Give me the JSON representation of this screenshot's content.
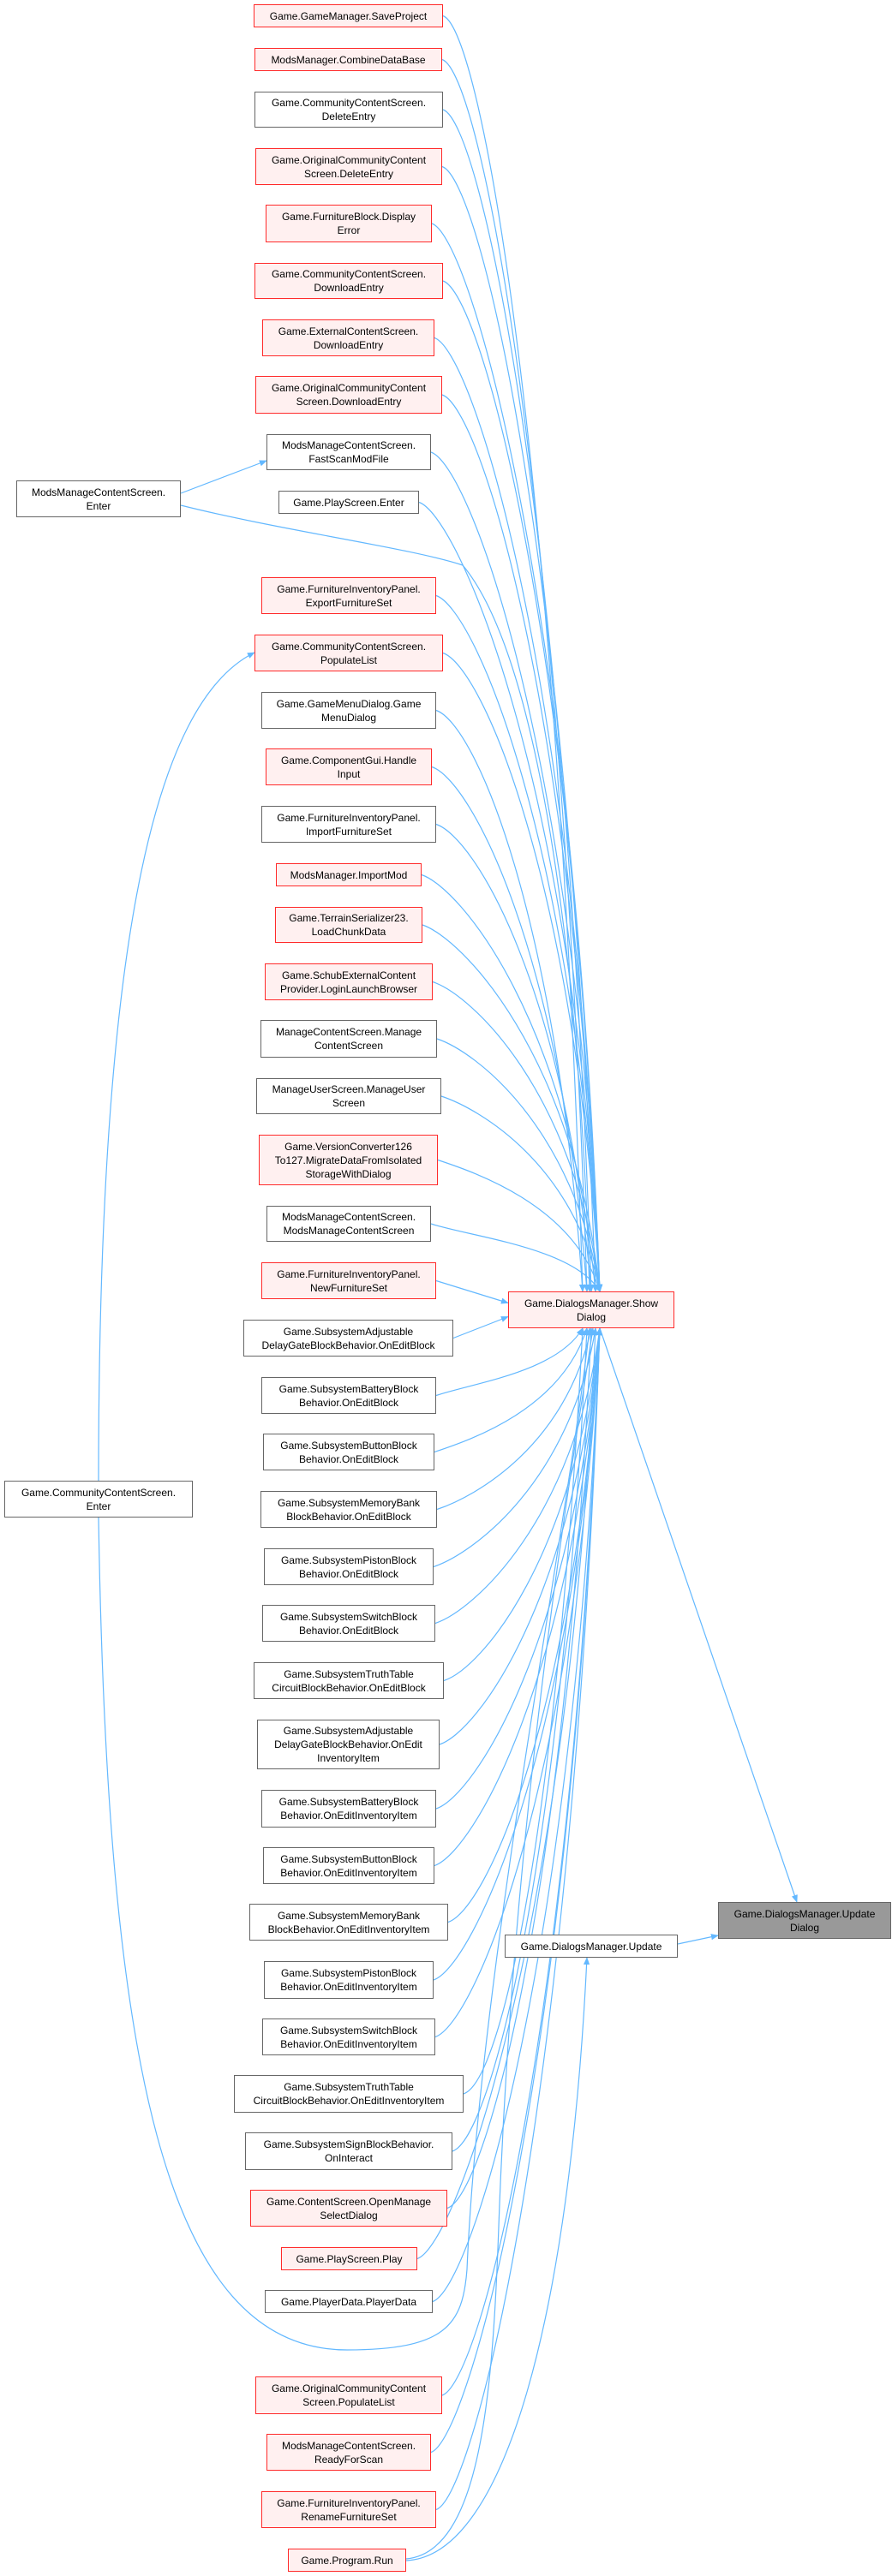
{
  "graph": {
    "focus": {
      "id": "update_dialog",
      "lines": [
        "Game.DialogsManager.Update",
        "Dialog"
      ],
      "style": "focus"
    },
    "show_dialog": {
      "id": "show_dialog",
      "lines": [
        "Game.DialogsManager.Show",
        "Dialog"
      ],
      "style": "red"
    },
    "dm_update": {
      "id": "dm_update",
      "lines": [
        "Game.DialogsManager.Update"
      ],
      "style": "gray"
    },
    "mmcs_enter": {
      "id": "mmcs_enter",
      "lines": [
        "ModsManageContentScreen.",
        "Enter"
      ],
      "style": "gray"
    },
    "ccs_enter": {
      "id": "ccs_enter",
      "lines": [
        "Game.CommunityContentScreen.",
        "Enter"
      ],
      "style": "gray"
    },
    "callers": [
      {
        "lines": [
          "Game.GameManager.SaveProject"
        ],
        "style": "red"
      },
      {
        "lines": [
          "ModsManager.CombineDataBase"
        ],
        "style": "red"
      },
      {
        "lines": [
          "Game.CommunityContentScreen.",
          "DeleteEntry"
        ],
        "style": "gray"
      },
      {
        "lines": [
          "Game.OriginalCommunityContent",
          "Screen.DeleteEntry"
        ],
        "style": "red"
      },
      {
        "lines": [
          "Game.FurnitureBlock.Display",
          "Error"
        ],
        "style": "red"
      },
      {
        "lines": [
          "Game.CommunityContentScreen.",
          "DownloadEntry"
        ],
        "style": "red"
      },
      {
        "lines": [
          "Game.ExternalContentScreen.",
          "DownloadEntry"
        ],
        "style": "red"
      },
      {
        "lines": [
          "Game.OriginalCommunityContent",
          "Screen.DownloadEntry"
        ],
        "style": "red"
      },
      {
        "lines": [
          "ModsManageContentScreen.",
          "FastScanModFile"
        ],
        "style": "gray"
      },
      {
        "lines": [
          "Game.PlayScreen.Enter"
        ],
        "style": "gray"
      },
      {
        "lines": [
          "Game.FurnitureInventoryPanel.",
          "ExportFurnitureSet"
        ],
        "style": "red"
      },
      {
        "lines": [
          "Game.CommunityContentScreen.",
          "PopulateList"
        ],
        "style": "red"
      },
      {
        "lines": [
          "Game.GameMenuDialog.Game",
          "MenuDialog"
        ],
        "style": "gray"
      },
      {
        "lines": [
          "Game.ComponentGui.Handle",
          "Input"
        ],
        "style": "red"
      },
      {
        "lines": [
          "Game.FurnitureInventoryPanel.",
          "ImportFurnitureSet"
        ],
        "style": "gray"
      },
      {
        "lines": [
          "ModsManager.ImportMod"
        ],
        "style": "red"
      },
      {
        "lines": [
          "Game.TerrainSerializer23.",
          "LoadChunkData"
        ],
        "style": "red"
      },
      {
        "lines": [
          "Game.SchubExternalContent",
          "Provider.LoginLaunchBrowser"
        ],
        "style": "red"
      },
      {
        "lines": [
          "ManageContentScreen.Manage",
          "ContentScreen"
        ],
        "style": "gray"
      },
      {
        "lines": [
          "ManageUserScreen.ManageUser",
          "Screen"
        ],
        "style": "gray"
      },
      {
        "lines": [
          "Game.VersionConverter126",
          "To127.MigrateDataFromIsolated",
          "StorageWithDialog"
        ],
        "style": "red"
      },
      {
        "lines": [
          "ModsManageContentScreen.",
          "ModsManageContentScreen"
        ],
        "style": "gray"
      },
      {
        "lines": [
          "Game.FurnitureInventoryPanel.",
          "NewFurnitureSet"
        ],
        "style": "red"
      },
      {
        "lines": [
          "Game.SubsystemAdjustable",
          "DelayGateBlockBehavior.OnEditBlock"
        ],
        "style": "gray"
      },
      {
        "lines": [
          "Game.SubsystemBatteryBlock",
          "Behavior.OnEditBlock"
        ],
        "style": "gray"
      },
      {
        "lines": [
          "Game.SubsystemButtonBlock",
          "Behavior.OnEditBlock"
        ],
        "style": "gray"
      },
      {
        "lines": [
          "Game.SubsystemMemoryBank",
          "BlockBehavior.OnEditBlock"
        ],
        "style": "gray"
      },
      {
        "lines": [
          "Game.SubsystemPistonBlock",
          "Behavior.OnEditBlock"
        ],
        "style": "gray"
      },
      {
        "lines": [
          "Game.SubsystemSwitchBlock",
          "Behavior.OnEditBlock"
        ],
        "style": "gray"
      },
      {
        "lines": [
          "Game.SubsystemTruthTable",
          "CircuitBlockBehavior.OnEditBlock"
        ],
        "style": "gray"
      },
      {
        "lines": [
          "Game.SubsystemAdjustable",
          "DelayGateBlockBehavior.OnEdit",
          "InventoryItem"
        ],
        "style": "gray"
      },
      {
        "lines": [
          "Game.SubsystemBatteryBlock",
          "Behavior.OnEditInventoryItem"
        ],
        "style": "gray"
      },
      {
        "lines": [
          "Game.SubsystemButtonBlock",
          "Behavior.OnEditInventoryItem"
        ],
        "style": "gray"
      },
      {
        "lines": [
          "Game.SubsystemMemoryBank",
          "BlockBehavior.OnEditInventoryItem"
        ],
        "style": "gray"
      },
      {
        "lines": [
          "Game.SubsystemPistonBlock",
          "Behavior.OnEditInventoryItem"
        ],
        "style": "gray"
      },
      {
        "lines": [
          "Game.SubsystemSwitchBlock",
          "Behavior.OnEditInventoryItem"
        ],
        "style": "gray"
      },
      {
        "lines": [
          "Game.SubsystemTruthTable",
          "CircuitBlockBehavior.OnEditInventoryItem"
        ],
        "style": "gray"
      },
      {
        "lines": [
          "Game.SubsystemSignBlockBehavior.",
          "OnInteract"
        ],
        "style": "gray"
      },
      {
        "lines": [
          "Game.ContentScreen.OpenManage",
          "SelectDialog"
        ],
        "style": "red"
      },
      {
        "lines": [
          "Game.PlayScreen.Play"
        ],
        "style": "red"
      },
      {
        "lines": [
          "Game.PlayerData.PlayerData"
        ],
        "style": "gray"
      },
      {
        "lines": [
          "Game.OriginalCommunityContent",
          "Screen.PopulateList"
        ],
        "style": "red"
      },
      {
        "lines": [
          "ModsManageContentScreen.",
          "ReadyForScan"
        ],
        "style": "red"
      },
      {
        "lines": [
          "Game.FurnitureInventoryPanel.",
          "RenameFurnitureSet"
        ],
        "style": "red"
      },
      {
        "lines": [
          "Game.Program.Run"
        ],
        "style": "red"
      }
    ]
  },
  "colors": {
    "edge": "#63b8ff",
    "red_border": "#ff2a2a",
    "red_fill": "#fff0f0",
    "gray_border": "#666666",
    "focus_fill": "#999999"
  }
}
